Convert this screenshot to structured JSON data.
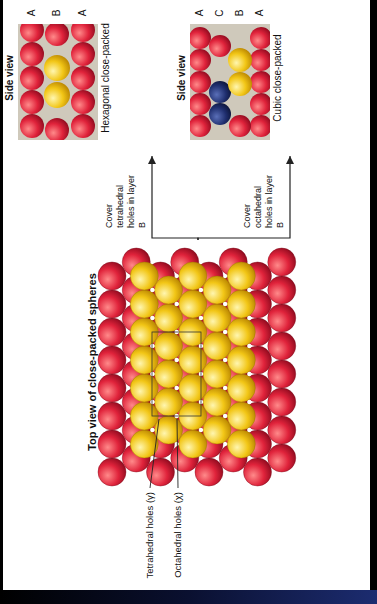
{
  "diagram": {
    "nodes": [
      {
        "text": [
          "Top view of close-packed spheres"
        ]
      },
      {
        "text": [
          "Side view",
          "Hexagonal close-packed"
        ]
      },
      {
        "text": [
          "Side view",
          "Cubic close-packed"
        ]
      }
    ],
    "edges": [
      {
        "from": 0,
        "to": 1,
        "arrow": "to",
        "label": "Cover tetrahedral holes in layer B"
      },
      {
        "from": 0,
        "to": 2,
        "arrow": "to",
        "label": "Cover octahedral holes in layer B"
      }
    ],
    "labels": [
      "Tetrahedral holes (γ)",
      "Octahedral holes (χ)",
      "A",
      "B",
      "A",
      "A",
      "C",
      "B",
      "A"
    ]
  }
}
